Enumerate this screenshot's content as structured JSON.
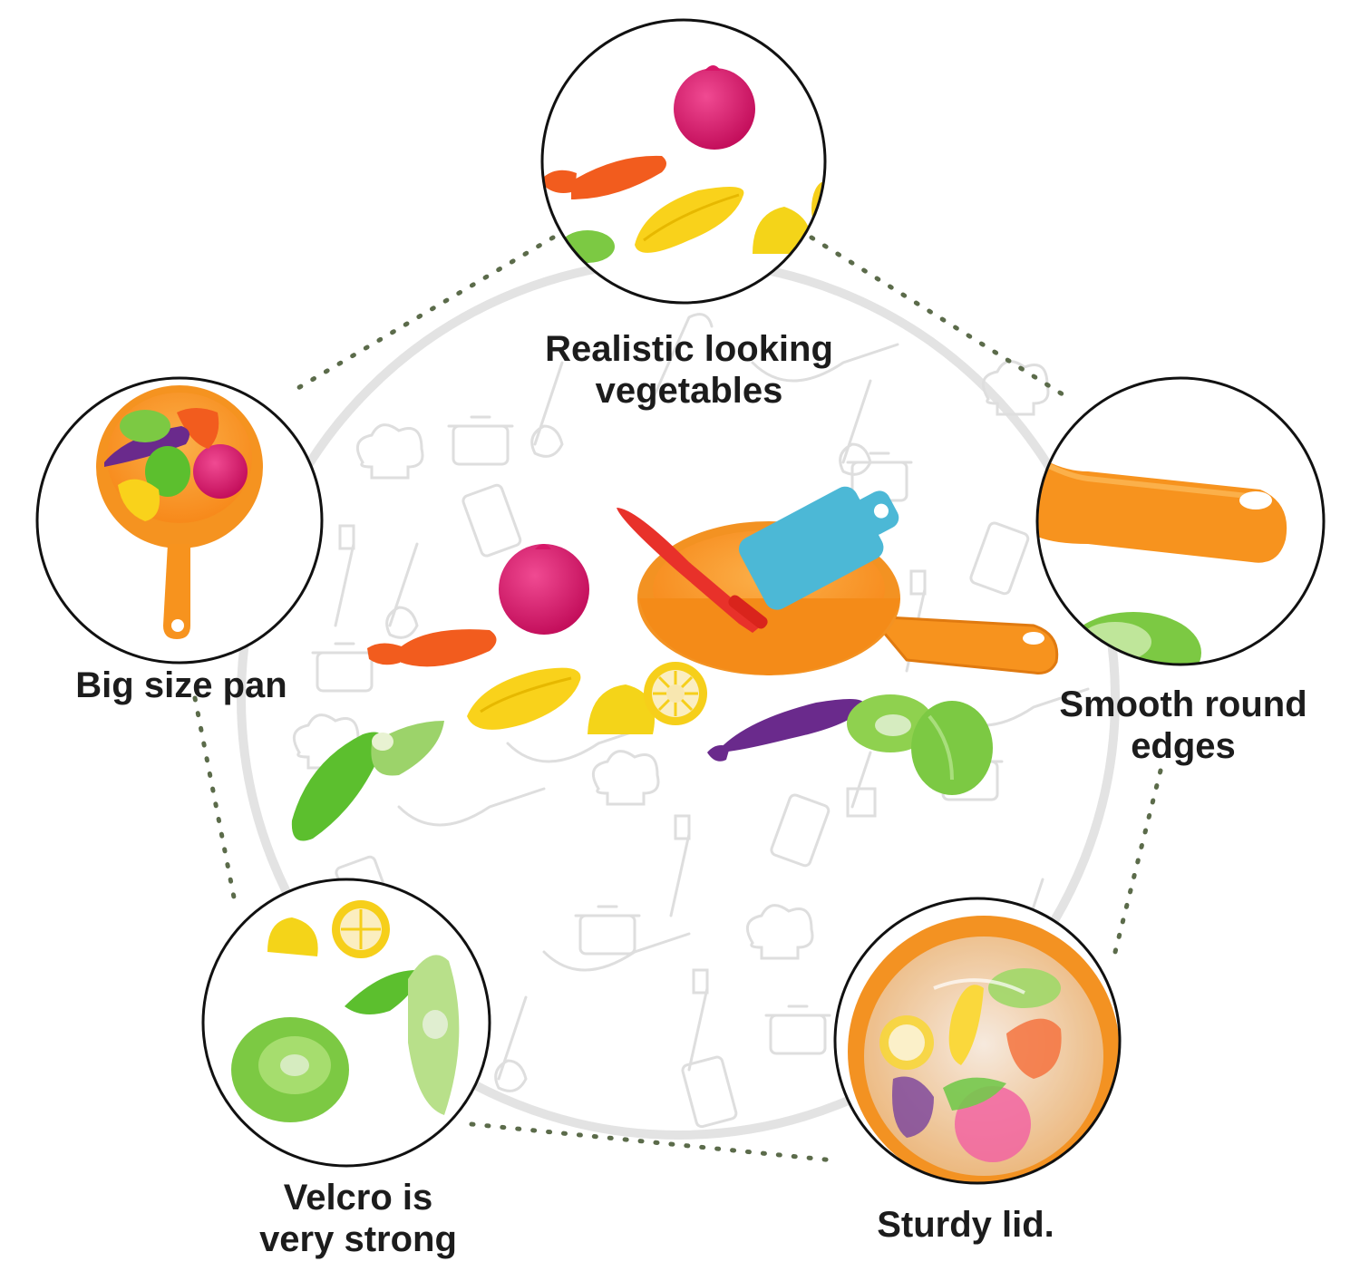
{
  "image": {
    "subject": "toy cooking pan with cut-apart play vegetables"
  },
  "callouts": {
    "top": {
      "line1": "Realistic looking",
      "line2": "vegetables",
      "icon": "vegetables-closeup"
    },
    "left": {
      "line1": "Big size pan",
      "icon": "pan-closeup"
    },
    "right": {
      "line1": "Smooth round",
      "line2": "edges",
      "icon": "pan-handle-closeup"
    },
    "bottom_left": {
      "line1": "Velcro is",
      "line2": "very strong",
      "icon": "velcro-halves-closeup"
    },
    "bottom_right": {
      "line1": "Sturdy lid.",
      "icon": "lid-closeup"
    }
  },
  "colors": {
    "dotted_outline": "#5b6b4a",
    "pattern_line": "#d9d9d9",
    "pan_orange": "#f7931e",
    "onion_pink": "#e0186e",
    "carrot_orange": "#f25c1e",
    "corn_yellow": "#f9d21b",
    "eggplant_purple": "#6a2a8c",
    "cabbage_green": "#7cc943",
    "board_blue": "#4cb8d6",
    "knife_red": "#e8312a",
    "text": "#1c1c1c"
  }
}
